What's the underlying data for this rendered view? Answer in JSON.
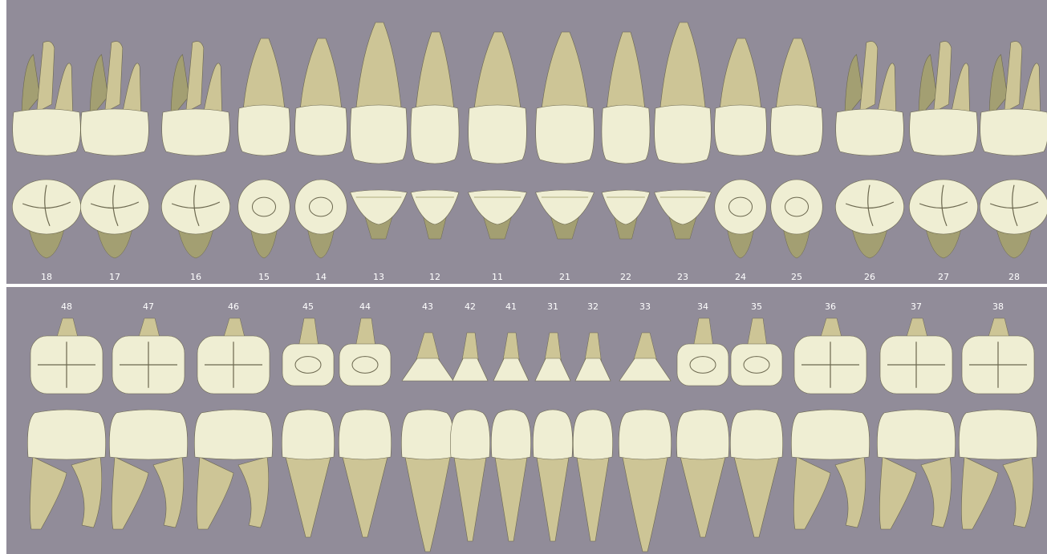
{
  "colors": {
    "background": "#918c99",
    "separator": "#ffffff",
    "root": "#cdc596",
    "root_shadow": "#a39f72",
    "crown": "#efeed3",
    "crown_shadow": "#cfcda8",
    "outline": "#6b674e",
    "number": "#ffffff"
  },
  "upper_arch": {
    "teeth": [
      {
        "number": "18",
        "type": "molar"
      },
      {
        "number": "17",
        "type": "molar"
      },
      {
        "number": "16",
        "type": "molar"
      },
      {
        "number": "15",
        "type": "premolar"
      },
      {
        "number": "14",
        "type": "premolar"
      },
      {
        "number": "13",
        "type": "canine"
      },
      {
        "number": "12",
        "type": "incisor"
      },
      {
        "number": "11",
        "type": "incisor"
      },
      {
        "number": "21",
        "type": "incisor"
      },
      {
        "number": "22",
        "type": "incisor"
      },
      {
        "number": "23",
        "type": "canine"
      },
      {
        "number": "24",
        "type": "premolar"
      },
      {
        "number": "25",
        "type": "premolar"
      },
      {
        "number": "26",
        "type": "molar"
      },
      {
        "number": "27",
        "type": "molar"
      },
      {
        "number": "28",
        "type": "molar"
      }
    ]
  },
  "lower_arch": {
    "teeth": [
      {
        "number": "48",
        "type": "molar"
      },
      {
        "number": "47",
        "type": "molar"
      },
      {
        "number": "46",
        "type": "molar"
      },
      {
        "number": "45",
        "type": "premolar"
      },
      {
        "number": "44",
        "type": "premolar"
      },
      {
        "number": "43",
        "type": "canine"
      },
      {
        "number": "42",
        "type": "incisor"
      },
      {
        "number": "41",
        "type": "incisor"
      },
      {
        "number": "31",
        "type": "incisor"
      },
      {
        "number": "32",
        "type": "incisor"
      },
      {
        "number": "33",
        "type": "canine"
      },
      {
        "number": "34",
        "type": "premolar"
      },
      {
        "number": "35",
        "type": "premolar"
      },
      {
        "number": "36",
        "type": "molar"
      },
      {
        "number": "37",
        "type": "molar"
      },
      {
        "number": "38",
        "type": "molar"
      }
    ]
  }
}
